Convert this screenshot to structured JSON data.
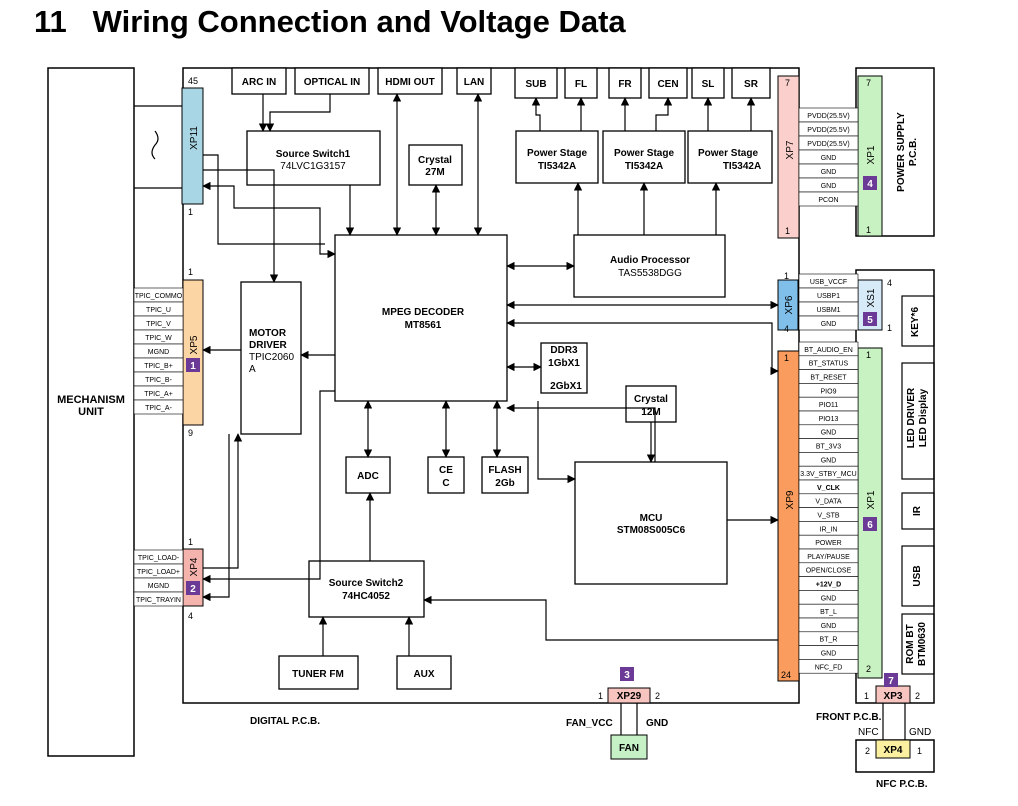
{
  "title": "11   Wiring Connection and Voltage Data",
  "blocks": {
    "mechanism": "MECHANISM",
    "mechanism2": "UNIT",
    "arc_in": "ARC IN",
    "optical_in": "OPTICAL IN",
    "hdmi_out": "HDMI OUT",
    "lan": "LAN",
    "sub": "SUB",
    "fl": "FL",
    "fr": "FR",
    "cen": "CEN",
    "sl": "SL",
    "sr": "SR",
    "src_sw1_a": "Source Switch1",
    "src_sw1_b": "74LVC1G3157",
    "crystal27_a": "Crystal",
    "crystal27_b": "27M",
    "ps_a": "Power Stage",
    "ps_b": "TI5342A",
    "audio_proc_a": "Audio Processor",
    "audio_proc_b": "TAS5538DGG",
    "mpeg_a": "MPEG DECODER",
    "mpeg_b": "MT8561",
    "motor_a": "MOTOR",
    "motor_b": "DRIVER",
    "motor_c": "TPIC2060",
    "motor_d": "A",
    "ddr_a": "DDR3",
    "ddr_b": "1GbX1",
    "ddr_c": "2GbX1",
    "crystal12_a": "Crystal",
    "crystal12_b": "12M",
    "adc": "ADC",
    "cec_a": "CE",
    "cec_b": "C",
    "flash_a": "FLASH",
    "flash_b": "2Gb",
    "mcu_a": "MCU",
    "mcu_b": "STM08S005C6",
    "src_sw2_a": "Source Switch2",
    "src_sw2_b": "74HC4052",
    "tuner": "TUNER FM",
    "aux": "AUX",
    "fan": "FAN",
    "fan_vcc": "FAN_VCC",
    "gnd": "GND",
    "digital_pcb": "DIGITAL P.C.B.",
    "front_pcb": "FRONT P.C.B.",
    "nfc_pcb": "NFC  P.C.B.",
    "nfc": "NFC",
    "power_supply_a": "POWER SUPPLY",
    "power_supply_b": "P.C.B.",
    "key6": "KEY*6",
    "led_a": "LED DRIVER",
    "led_b": "LED Display",
    "ir": "IR",
    "usb": "USB",
    "rom_a": "ROM BT",
    "rom_b": "BTM0630"
  },
  "connectors": {
    "xp11": "XP11",
    "xp5": "XP5",
    "xp4": "XP4",
    "xp7": "XP7",
    "xp1": "XP1",
    "xp6": "XP6",
    "xs1": "XS1",
    "xp9": "XP9",
    "xp29": "XP29",
    "xp3": "XP3",
    "xp1b": "XP1",
    "xp4b": "XP4"
  },
  "pin_numbers": {
    "xp11_top": "45",
    "xp11_bot": "1",
    "xp5_top": "1",
    "xp5_bot": "9",
    "xp4_top": "1",
    "xp4_bot": "4",
    "xp7_top": "7",
    "xp7_bot": "1",
    "xp1_top": "7",
    "xp1_bot": "1",
    "xp6_top": "1",
    "xp6_bot": "4",
    "xs1_top": "4",
    "xs1_bot": "1",
    "xp9_top": "1",
    "xp9_bot": "24",
    "xp1b_top": "1",
    "xp1b_bot": "2",
    "xp29_l": "1",
    "xp29_r": "2",
    "xp3_l": "1",
    "xp3_r": "2",
    "xp4b_l": "2",
    "xp4b_r": "1"
  },
  "badges": [
    "1",
    "2",
    "3",
    "4",
    "5",
    "6",
    "7"
  ],
  "signals": {
    "xp5": [
      "TPIC_COMMO",
      "TPIC_U",
      "TPIC_V",
      "TPIC_W",
      "MGND",
      "TPIC_B+",
      "TPIC_B-",
      "TPIC_A+",
      "TPIC_A-"
    ],
    "xp4": [
      "TPIC_LOAD-",
      "TPIC_LOAD+",
      "MGND",
      "TPIC_TRAYIN"
    ],
    "xp7": [
      "PVDD(25.5V)",
      "PVDD(25.5V)",
      "PVDD(25.5V)",
      "GND",
      "GND",
      "GND",
      "PCON"
    ],
    "xp6": [
      "USB_VCCF",
      "USBP1",
      "USBM1",
      "GND"
    ],
    "xp9": [
      "BT_AUDIO_EN",
      "BT_STATUS",
      "BT_RESET",
      "PIO9",
      "PIO11",
      "PIO13",
      "GND",
      "BT_3V3",
      "GND",
      "3.3V_STBY_MCU",
      "V_CLK",
      "V_DATA",
      "V_STB",
      "IR_IN",
      "POWER",
      "PLAY/PAUSE",
      "OPEN/CLOSE",
      "+12V_D",
      "GND",
      "BT_L",
      "GND",
      "BT_R",
      "GND",
      "NFC_FD"
    ]
  },
  "colors": {
    "xp11": "#a9d6e5",
    "xp5": "#fbd5a4",
    "xp4": "#f5b3ad",
    "xp7": "#fbd0cc",
    "xp1": "#c9f2c2",
    "xp6": "#7fbfea",
    "xs1": "#d7eaf7",
    "xp9": "#fa9c5d",
    "xp29": "#f8c4c0",
    "xp3": "#f8c4c0",
    "xp4b": "#fbf0a0",
    "fan": "#c6f0c6",
    "badge": "#6b3a96"
  }
}
